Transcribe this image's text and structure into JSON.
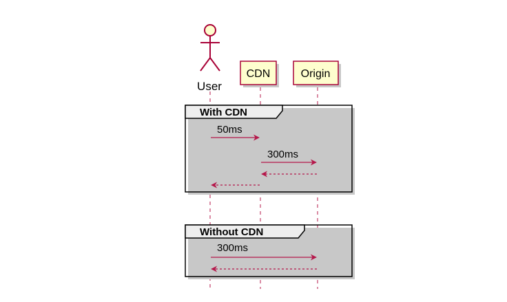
{
  "participants": [
    {
      "id": "user",
      "label": "User",
      "kind": "actor"
    },
    {
      "id": "cdn",
      "label": "CDN",
      "kind": "participant"
    },
    {
      "id": "origin",
      "label": "Origin",
      "kind": "participant"
    }
  ],
  "frames": [
    {
      "label": "With CDN",
      "messages": [
        {
          "from": "user",
          "to": "cdn",
          "label": "50ms",
          "style": "solid"
        },
        {
          "from": "cdn",
          "to": "origin",
          "label": "300ms",
          "style": "solid"
        },
        {
          "from": "origin",
          "to": "cdn",
          "label": "",
          "style": "dashed"
        },
        {
          "from": "cdn",
          "to": "user",
          "label": "",
          "style": "dashed"
        }
      ]
    },
    {
      "label": "Without CDN",
      "messages": [
        {
          "from": "user",
          "to": "origin",
          "label": "300ms",
          "style": "solid"
        },
        {
          "from": "origin",
          "to": "user",
          "label": "",
          "style": "dashed"
        }
      ]
    }
  ],
  "colors": {
    "arrow": "#b5174a",
    "box_fill": "#fefece",
    "box_stroke": "#a80036",
    "frame_stroke": "#000000",
    "frame_tab_fill": "#eeeeee",
    "shadow": "#c8c8c8"
  }
}
